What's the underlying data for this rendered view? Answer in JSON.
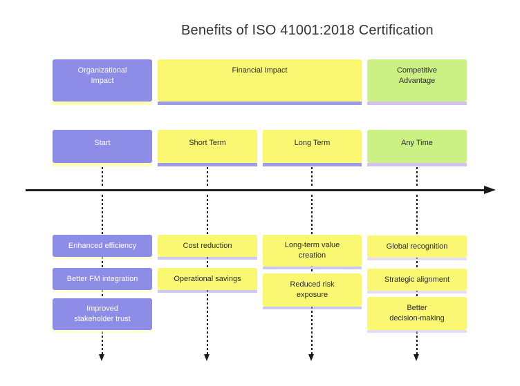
{
  "title": "Benefits of ISO 41001:2018 Certification",
  "palette": {
    "section_purple": "#8d8de8",
    "section_yellow": "#faf873",
    "section_green": "#cbf083",
    "shadow_pale_yellow": "#ffffb3",
    "shadow_periwinkle": "#9c9cea",
    "shadow_lavender": "#d4c0f0",
    "axis_color": "#1a1a1a",
    "title_text": "#333333",
    "dark_text": "#2b2b2b",
    "light_text": "#ffffff"
  },
  "sections": [
    {
      "line1": "Organizational",
      "line2": "Impact"
    },
    {
      "line1": "Financial Impact"
    },
    {
      "line1": "Competitive",
      "line2": "Advantage"
    }
  ],
  "periods": [
    {
      "line1": "Start"
    },
    {
      "line1": "Short Term"
    },
    {
      "line1": "Long Term"
    },
    {
      "line1": "Any Time"
    }
  ],
  "columns": [
    {
      "events": [
        {
          "line1": "Enhanced efficiency"
        },
        {
          "line1": "Better FM integration"
        },
        {
          "line1": "Improved",
          "line2": "stakeholder trust"
        }
      ]
    },
    {
      "events": [
        {
          "line1": "Cost reduction"
        },
        {
          "line1": "Operational savings"
        }
      ]
    },
    {
      "events": [
        {
          "line1": "Long-term value",
          "line2": "creation"
        },
        {
          "line1": "Reduced risk",
          "line2": "exposure"
        }
      ]
    },
    {
      "events": [
        {
          "line1": "Global recognition"
        },
        {
          "line1": "Strategic alignment"
        },
        {
          "line1": "Better",
          "line2": "decision-making"
        }
      ]
    }
  ]
}
